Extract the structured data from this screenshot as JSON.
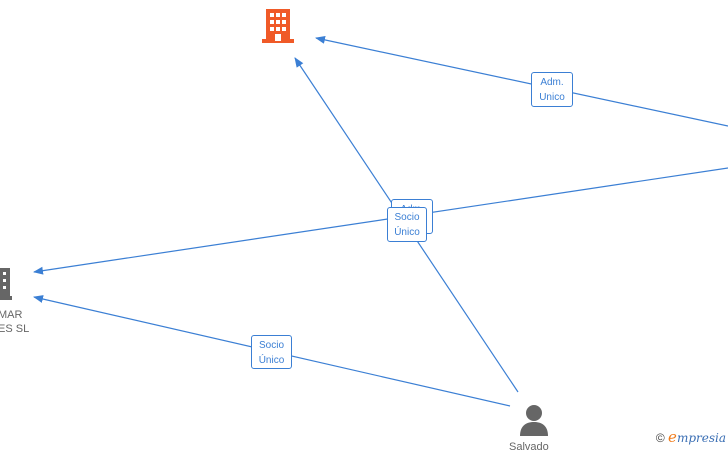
{
  "nodes": {
    "company_top": {
      "label": ""
    },
    "company_left": {
      "label": "MAR\nES SL"
    },
    "person_bottom": {
      "label": "Salvado"
    }
  },
  "edges": [
    {
      "id": "adm-unico",
      "label_line1": "Adm.",
      "label_line2": "Unico"
    },
    {
      "id": "socio-unico-center-back",
      "label_line1": "Adm.",
      "label_line2": ""
    },
    {
      "id": "socio-unico-center",
      "label_line1": "Socio",
      "label_line2": "Único"
    },
    {
      "id": "socio-unico-left",
      "label_line1": "Socio",
      "label_line2": "Único"
    }
  ],
  "watermark": {
    "copyright": "©",
    "brand_e": "e",
    "brand_rest": "mpresia"
  },
  "colors": {
    "edge": "#3b7fd4",
    "company_highlight": "#f05a28",
    "company_default": "#666666",
    "person": "#666666"
  },
  "icons": {
    "company": "building-icon",
    "person": "person-icon"
  }
}
